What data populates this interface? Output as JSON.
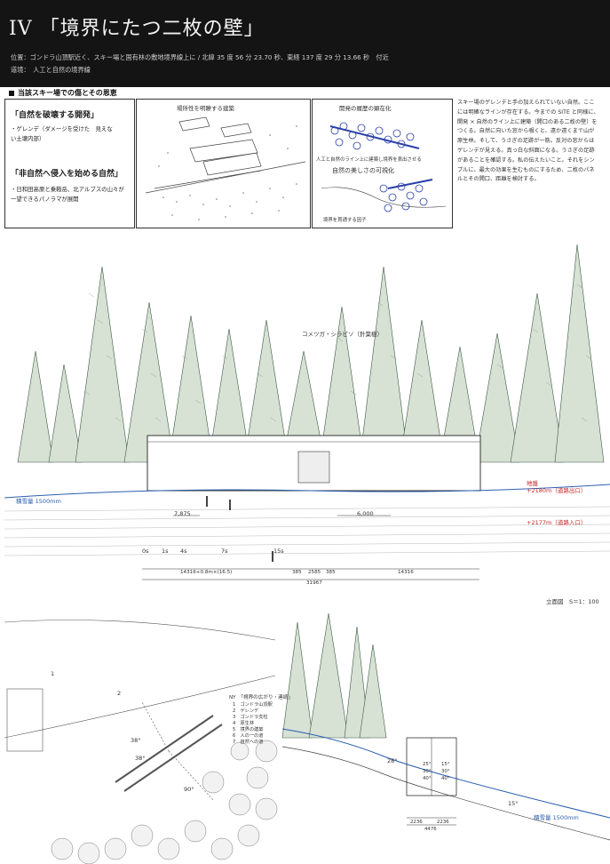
{
  "header": {
    "title": "IV 「境界にたつ二枚の壁」",
    "location": "位置：ゴンドラ山頂駅近く、スキー場と国有林の敷地境界線上に / 北緯 35 度 56 分 23.70 秒、東経 137 度 29 分 13.66 秒　付近",
    "theme": "道境：　人工と自然の境界線"
  },
  "section": {
    "heading": "当該スキー場での傷とその恩恵"
  },
  "box_left": {
    "h1": "「自然を破壊する開発」",
    "b1": "・ゲレンデ（ダメージを受けた　見えない土壌内部）",
    "h2": "「非自然へ侵入を始める自然」",
    "b2": "・日和田高原と乗鞍岳、北アルプスの山々が一望できるパノラマが展開"
  },
  "box_mid": {
    "title": "場所性を明瞭する建築"
  },
  "box_right": {
    "title": "開発の履歴の顕在化",
    "label1": "人工と自然のライン上に建築し境界を表出させる",
    "label2": "自然の美しさの可視化",
    "label3": "境界を貫通する因子"
  },
  "description": "スキー場のゲレンデと手の加えられていない自然。ここには明確なラインが存在する。今までの SITE と同様に、開発 × 自然のライン上に建築（開口のある二枚の壁）をつくる。自然に向いた窓から覗くと、遠か遠くまで山が 原生林。そして、うさぎの足跡が一筋。反対の窓からはゲレンデが見える。真っ白な斜面になる。うさぎの足跡があることを確認する。私の伝えたいこと。それをシンプルに、最大の効果を生むものにするため、二枚のパネルとその開口、距離を検討する。",
  "elevation": {
    "snow_label": "積雪量 1500mm",
    "tree_label": "コメツガ・シラビソ（針葉樹）",
    "level_upper_tag": "地盤",
    "level_upper": "+2180m（道路出口）",
    "level_lower": "+2177m（道路入口）",
    "dim_left": "7,875",
    "dim_mid": "6,000",
    "dim_a": "14316+0.8m×(16.5)",
    "dim_b": "385",
    "dim_c": "2585",
    "dim_d": "385",
    "dim_e": "14316",
    "dim_total": "31967",
    "marks": [
      "0s",
      "1s",
      "4s",
      "7s",
      "15s"
    ],
    "scale": "立面図　S＝1：100"
  },
  "plan": {
    "label1": "1",
    "label2": "2",
    "legend_title": "NY　「視界の広がり・連続」",
    "legend": [
      "1　ゴンドラ山頂駅",
      "2　ゲレンデ",
      "3　ゴンドラ支柱",
      "4　原生林",
      "5　境界の建築",
      "6　人の一の道",
      "7　自然への道"
    ],
    "angle1": "38°",
    "angle2": "38°",
    "angle3": "90°"
  },
  "section_view": {
    "snow_label": "積雪量 1500mm",
    "angle": "15°",
    "angle_left": "28°",
    "dim1": "2236",
    "dim2": "2236",
    "dim_total": "4476",
    "angles_in": [
      "25°",
      "30°",
      "40°"
    ],
    "angles_out": [
      "15°",
      "30°",
      "40°"
    ]
  }
}
